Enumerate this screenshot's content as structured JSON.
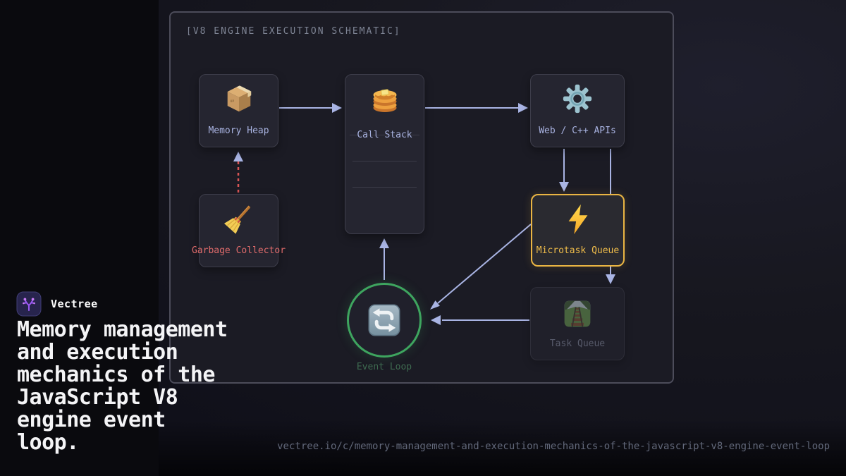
{
  "brand": {
    "name": "Vectree"
  },
  "headline": "Memory management\nand execution\nmechanics of the\nJavaScript V8\nengine event\nloop.",
  "footer_url": "vectree.io/c/memory-management-and-execution-mechanics-of-the-javascript-v8-engine-event-loop",
  "schematic": {
    "heading": "[V8 ENGINE EXECUTION SCHEMATIC]",
    "nodes": {
      "memory_heap": {
        "label": "Memory Heap",
        "icon": "package-icon"
      },
      "call_stack": {
        "label": "Call Stack",
        "icon": "pancakes-icon"
      },
      "web_apis": {
        "label": "Web / C++ APIs",
        "icon": "gear-icon"
      },
      "garbage_collector": {
        "label": "Garbage Collector",
        "icon": "broom-icon"
      },
      "microtask_queue": {
        "label": "Microtask Queue",
        "icon": "lightning-icon",
        "highlighted": true
      },
      "task_queue": {
        "label": "Task Queue",
        "icon": "railway-track-icon",
        "dimmed": true
      },
      "event_loop": {
        "label": "Event Loop",
        "icon": "counterclockwise-arrows-icon",
        "shape": "circle"
      }
    },
    "edges": [
      {
        "from": "Memory Heap",
        "to": "Call Stack",
        "style": "solid"
      },
      {
        "from": "Call Stack",
        "to": "Web / C++ APIs",
        "style": "solid"
      },
      {
        "from": "Garbage Collector",
        "to": "Memory Heap",
        "style": "dashed-red"
      },
      {
        "from": "Web / C++ APIs",
        "to": "Microtask Queue",
        "style": "solid"
      },
      {
        "from": "Web / C++ APIs",
        "to": "Task Queue",
        "style": "solid"
      },
      {
        "from": "Microtask Queue",
        "to": "Event Loop",
        "style": "solid"
      },
      {
        "from": "Task Queue",
        "to": "Event Loop",
        "style": "solid"
      },
      {
        "from": "Event Loop",
        "to": "Call Stack",
        "style": "solid"
      }
    ],
    "colors": {
      "arrow": "#a9b4e4",
      "gc_dash": "#d95555",
      "highlight_gold": "#eab543",
      "event_loop_green": "#3ea55f",
      "node_label": "#a8b2e0",
      "gc_label": "#e06b6b"
    }
  }
}
